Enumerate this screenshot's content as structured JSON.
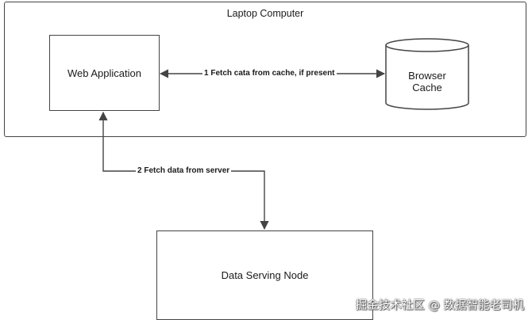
{
  "diagram": {
    "container": {
      "title": "Laptop Computer"
    },
    "nodes": {
      "web_application": "Web Application",
      "browser_cache": "Browser\nCache",
      "data_serving_node": "Data Serving Node"
    },
    "edges": [
      {
        "from": "web_application",
        "to": "browser_cache",
        "label": "1 Fetch cata from cache, if present",
        "bidirectional": true
      },
      {
        "from": "web_application",
        "to": "data_serving_node",
        "label": "2 Fetch data from server",
        "bidirectional": true
      }
    ]
  },
  "watermark": "掘金技术社区 @ 数据智能老司机",
  "colors": {
    "stroke": "#444444",
    "text": "#1a1a1a",
    "background": "#ffffff"
  }
}
